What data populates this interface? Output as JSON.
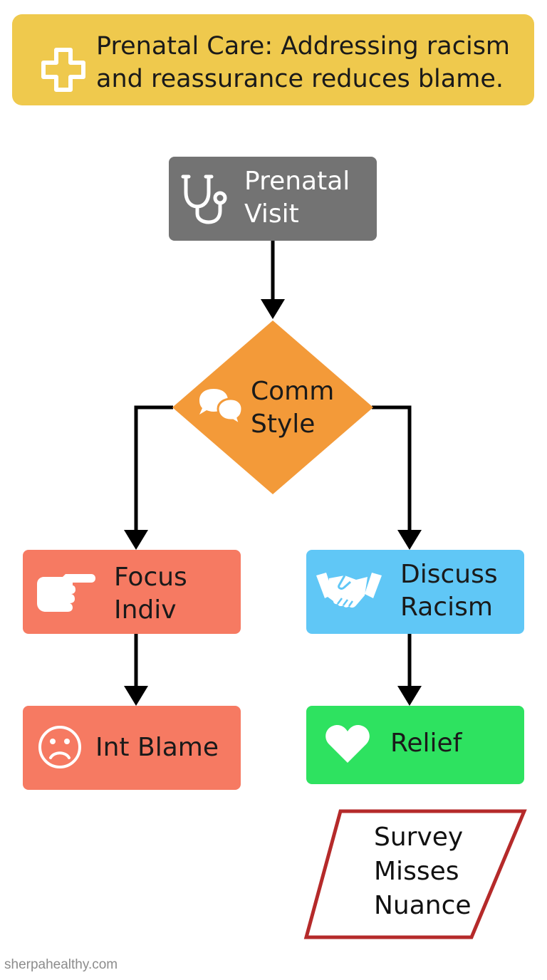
{
  "header": {
    "title_line1": "Prenatal Care: Addressing racism",
    "title_line2": "and reassurance reduces blame.",
    "icon": "medical-cross-icon",
    "color": "#efc94d"
  },
  "nodes": {
    "prenatal_visit": {
      "line1": "Prenatal",
      "line2": "Visit",
      "icon": "stethoscope-icon",
      "color": "#737373"
    },
    "comm_style": {
      "line1": "Comm",
      "line2": "Style",
      "icon": "speech-bubbles-icon",
      "color": "#f39a39"
    },
    "focus_indiv": {
      "line1": "Focus",
      "line2": "Indiv",
      "icon": "pointing-hand-icon",
      "color": "#f67a62"
    },
    "discuss_racism": {
      "line1": "Discuss",
      "line2": "Racism",
      "icon": "handshake-icon",
      "color": "#60c7f6"
    },
    "int_blame": {
      "label": "Int Blame",
      "icon": "sad-face-icon",
      "color": "#f67a62"
    },
    "relief": {
      "label": "Relief",
      "icon": "heart-icon",
      "color": "#2ee260"
    },
    "survey_note": {
      "line1": "Survey",
      "line2": "Misses",
      "line3": "Nuance",
      "border_color": "#b52a2a"
    }
  },
  "watermark": "sherpahealthy.com"
}
